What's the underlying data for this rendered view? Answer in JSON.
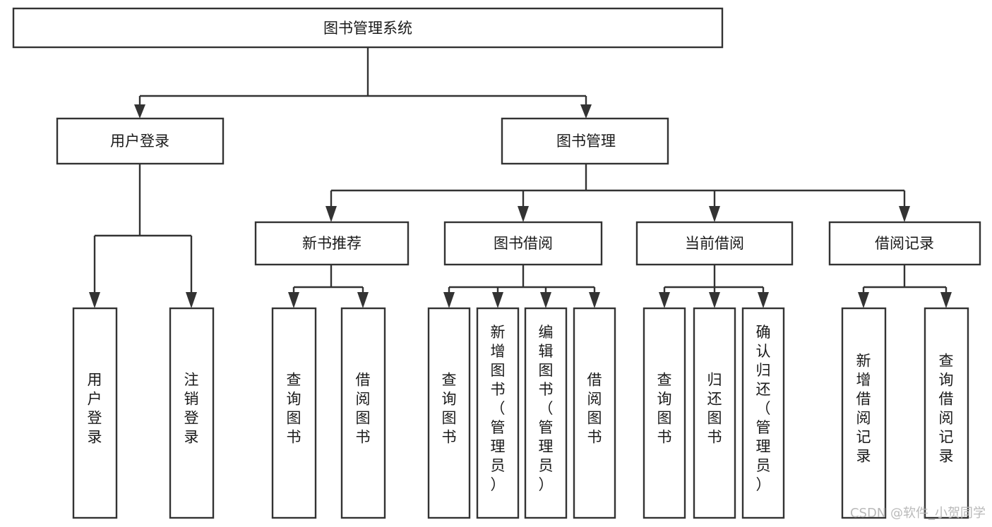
{
  "diagram": {
    "title": "图书管理系统",
    "type": "hierarchy-tree",
    "root": {
      "label": "图书管理系统"
    },
    "level2": [
      {
        "label": "用户登录"
      },
      {
        "label": "图书管理"
      }
    ],
    "level3": [
      {
        "label": "新书推荐"
      },
      {
        "label": "图书借阅"
      },
      {
        "label": "当前借阅"
      },
      {
        "label": "借阅记录"
      }
    ],
    "leaves": {
      "user_login": [
        "用户登录",
        "注销登录"
      ],
      "new_book_recommend": [
        "查询图书",
        "借阅图书"
      ],
      "book_borrow": [
        "查询图书",
        "新增图书（管理员）",
        "编辑图书（管理员）",
        "借阅图书"
      ],
      "current_borrow": [
        "查询图书",
        "归还图书",
        "确认归还（管理员）"
      ],
      "borrow_record": [
        "新增借阅记录",
        "查询借阅记录"
      ]
    }
  },
  "watermark": {
    "text": "CSDN @软件_小贺同学"
  },
  "colors": {
    "stroke": "#333333",
    "text": "#1a1a1a",
    "background": "#ffffff",
    "watermark": "#b9b9b9"
  }
}
